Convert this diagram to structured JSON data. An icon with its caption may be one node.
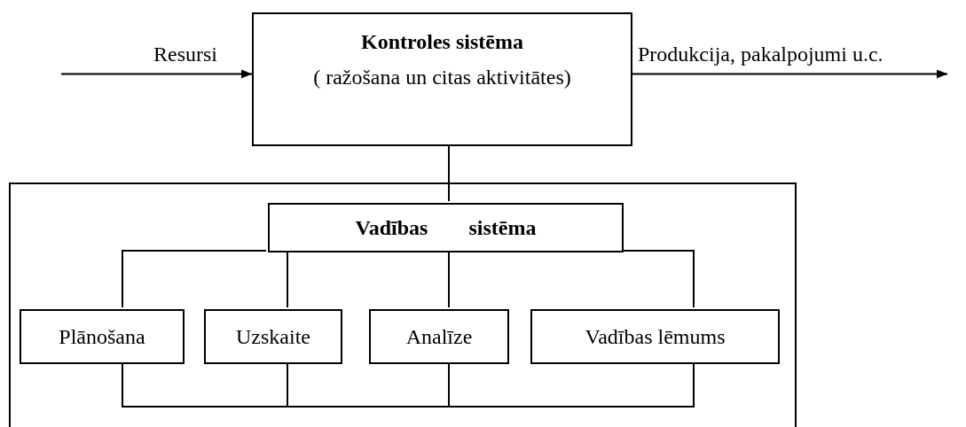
{
  "diagram": {
    "nodes": [
      {
        "text": [
          "Kontroles sistēma",
          "( ražošana un citas aktivitātes)"
        ]
      },
      {
        "text": [],
        "shape": "box"
      },
      {
        "text": [
          "Vadības sistēma"
        ],
        "in": 1
      },
      {
        "text": [
          "Plānošana"
        ],
        "in": 1
      },
      {
        "text": [
          "Uzskaite"
        ],
        "in": 1
      },
      {
        "text": [
          "Analīze"
        ],
        "in": 1
      },
      {
        "text": [
          "Vadības lēmums"
        ],
        "in": 1
      }
    ],
    "edges": [
      {
        "from": null,
        "to": 0,
        "arrow": "to",
        "label": "Resursi"
      },
      {
        "from": 0,
        "to": null,
        "arrow": "to",
        "label": "Produkcija, pakalpojumi u.c."
      },
      {
        "from": 0,
        "to": 2,
        "arrow": "none"
      },
      {
        "from": 2,
        "to": 3,
        "arrow": "none"
      },
      {
        "from": 2,
        "to": 4,
        "arrow": "none"
      },
      {
        "from": 2,
        "to": 5,
        "arrow": "none"
      },
      {
        "from": 2,
        "to": 6,
        "arrow": "none"
      },
      {
        "from": 3,
        "to": 4,
        "arrow": "none"
      },
      {
        "from": 4,
        "to": 5,
        "arrow": "none"
      },
      {
        "from": 5,
        "to": 6,
        "arrow": "none"
      }
    ]
  }
}
